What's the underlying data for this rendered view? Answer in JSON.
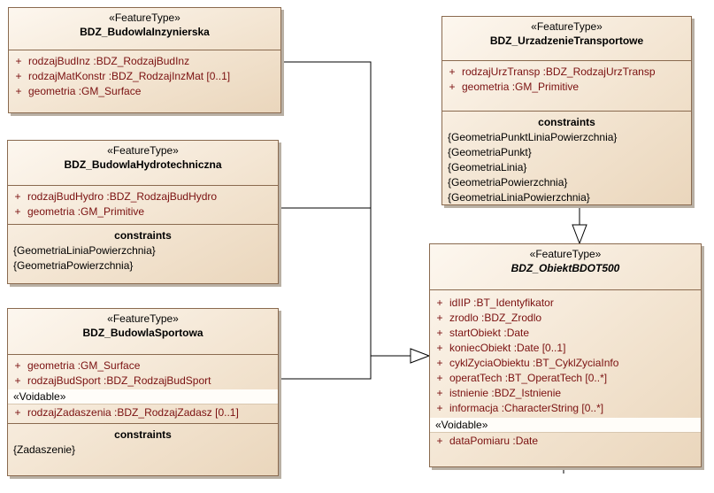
{
  "classes": {
    "inzynierska": {
      "stereotype": "«FeatureType»",
      "name": "BDZ_BudowlaInzynierska",
      "attributes": [
        {
          "vis": "+",
          "text": "rodzajBudInz  :BDZ_RodzajBudInz"
        },
        {
          "vis": "+",
          "text": "rodzajMatKonstr  :BDZ_RodzajInzMat [0..1]"
        },
        {
          "vis": "+",
          "text": "geometria  :GM_Surface"
        }
      ]
    },
    "hydrotechniczna": {
      "stereotype": "«FeatureType»",
      "name": "BDZ_BudowlaHydrotechniczna",
      "attributes": [
        {
          "vis": "+",
          "text": "rodzajBudHydro  :BDZ_RodzajBudHydro"
        },
        {
          "vis": "+",
          "text": "geometria  :GM_Primitive"
        }
      ],
      "constraints_title": "constraints",
      "constraints": [
        "{GeometriaLiniaPowierzchnia}",
        "{GeometriaPowierzchnia}"
      ]
    },
    "sportowa": {
      "stereotype": "«FeatureType»",
      "name": "BDZ_BudowlaSportowa",
      "attributes": [
        {
          "vis": "+",
          "text": "geometria  :GM_Surface"
        },
        {
          "vis": "+",
          "text": "rodzajBudSport  :BDZ_RodzajBudSport"
        }
      ],
      "voidable_label": "«Voidable»",
      "voidable_attributes": [
        {
          "vis": "+",
          "text": "rodzajZadaszenia  :BDZ_RodzajZadasz [0..1]"
        }
      ],
      "constraints_title": "constraints",
      "constraints": [
        "{Zadaszenie}"
      ]
    },
    "transportowe": {
      "stereotype": "«FeatureType»",
      "name": "BDZ_UrzadzenieTransportowe",
      "attributes": [
        {
          "vis": "+",
          "text": "rodzajUrzTransp  :BDZ_RodzajUrzTransp"
        },
        {
          "vis": "+",
          "text": "geometria  :GM_Primitive"
        }
      ],
      "constraints_title": "constraints",
      "constraints": [
        "{GeometriaPunktLiniaPowierzchnia}",
        "{GeometriaPunkt}",
        "{GeometriaLinia}",
        "{GeometriaPowierzchnia}",
        "{GeometriaLiniaPowierzchnia}"
      ]
    },
    "obiekt": {
      "stereotype": "«FeatureType»",
      "name": "BDZ_ObiektBDOT500",
      "attributes": [
        {
          "vis": "+",
          "text": "idIIP  :BT_Identyfikator"
        },
        {
          "vis": "+",
          "text": "zrodlo  :BDZ_Zrodlo"
        },
        {
          "vis": "+",
          "text": "startObiekt  :Date"
        },
        {
          "vis": "+",
          "text": "koniecObiekt  :Date [0..1]"
        },
        {
          "vis": "+",
          "text": "cyklZyciaObiektu  :BT_CyklZyciaInfo"
        },
        {
          "vis": "+",
          "text": "operatTech  :BT_OperatTech [0..*]"
        },
        {
          "vis": "+",
          "text": "istnienie  :BDZ_Istnienie"
        },
        {
          "vis": "+",
          "text": "informacja  :CharacterString [0..*]"
        }
      ],
      "voidable_label": "«Voidable»",
      "voidable_attributes": [
        {
          "vis": "+",
          "text": "dataPomiaru  :Date"
        }
      ]
    }
  },
  "colors": {
    "border": "#8a6a4f",
    "attribute_text": "#7a1010",
    "connector": "#000000"
  }
}
